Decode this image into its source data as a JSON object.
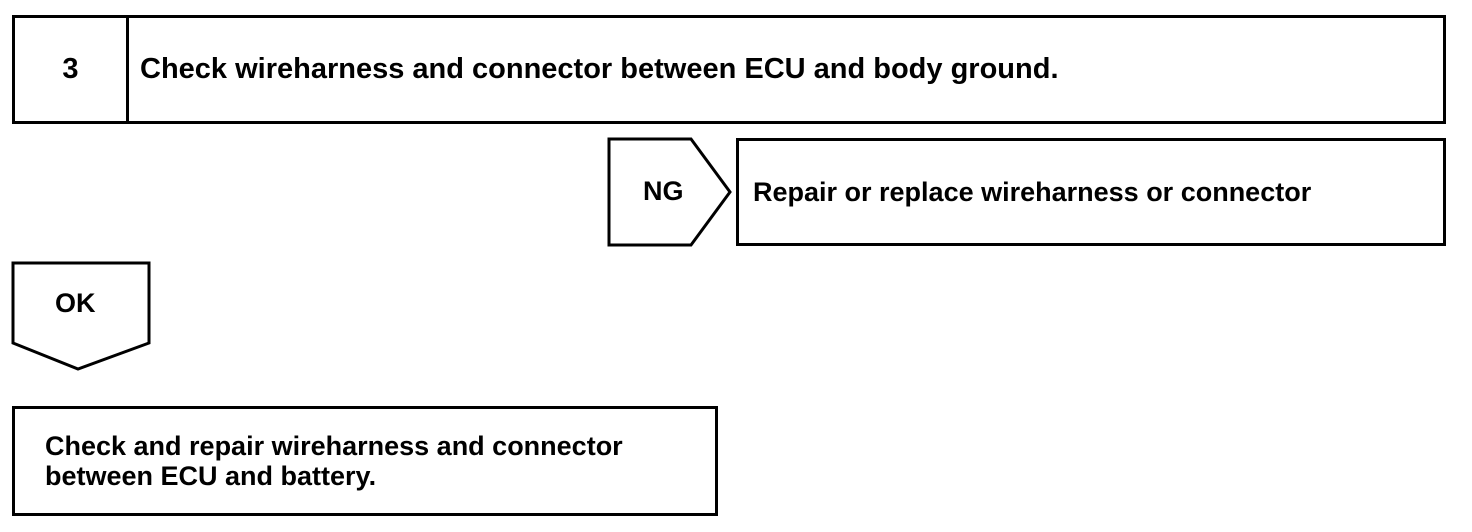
{
  "step": {
    "number": "3",
    "title": "Check wireharness and connector between ECU and body ground."
  },
  "ng_branch": {
    "label": "NG",
    "action": "Repair or replace wireharness or connector"
  },
  "ok_branch": {
    "label": "OK",
    "action_lines": [
      "Check and repair wireharness and connector",
      "between ECU and battery."
    ]
  }
}
